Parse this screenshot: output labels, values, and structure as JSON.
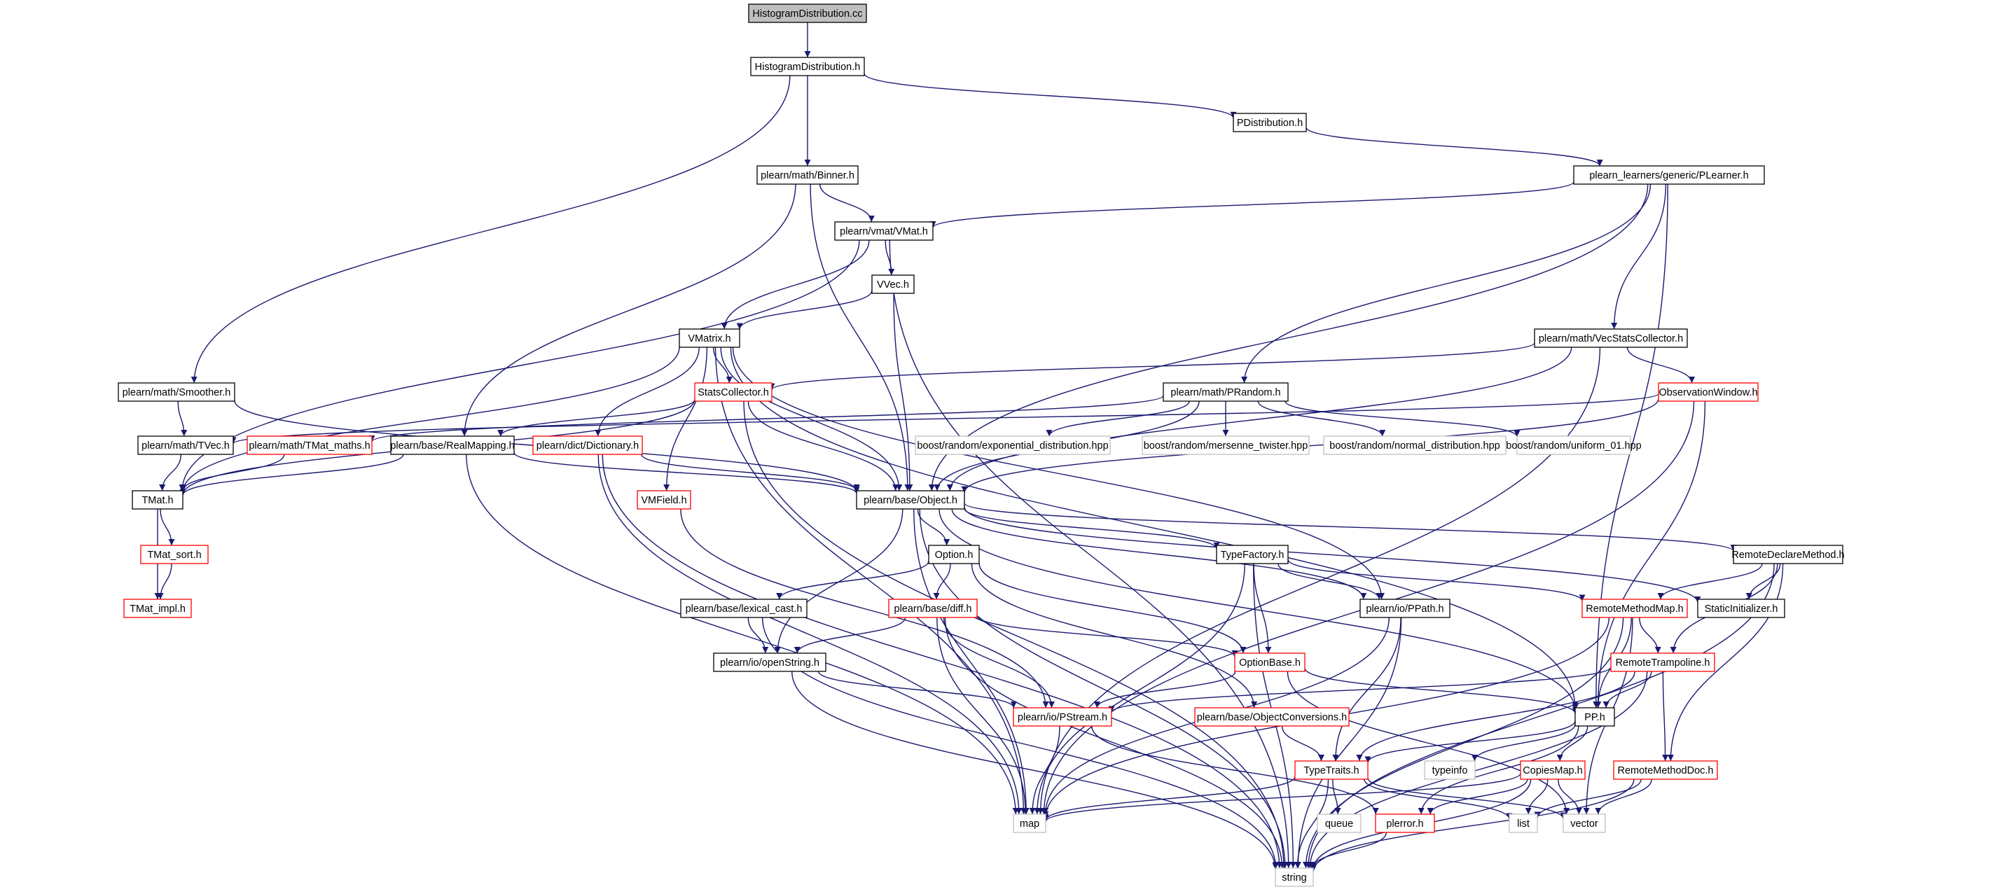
{
  "colors": {
    "edge": "#191970",
    "box_normal": "#000000",
    "box_truncated": "#ff0000",
    "box_external": "#bfbfbf",
    "root_fill": "#bfbfbf"
  },
  "nodes": {
    "root": {
      "label": "HistogramDistribution.cc",
      "kind": "root"
    },
    "histdist_h": {
      "label": "HistogramDistribution.h",
      "kind": "normal"
    },
    "pdistribution_h": {
      "label": "PDistribution.h",
      "kind": "normal"
    },
    "binner_h": {
      "label": "plearn/math/Binner.h",
      "kind": "normal"
    },
    "plearner_h": {
      "label": "plearn_learners/generic/PLearner.h",
      "kind": "normal"
    },
    "vmat_h": {
      "label": "plearn/vmat/VMat.h",
      "kind": "normal"
    },
    "vvec_h": {
      "label": "VVec.h",
      "kind": "normal"
    },
    "vmatrix_h": {
      "label": "VMatrix.h",
      "kind": "normal"
    },
    "vecstats_h": {
      "label": "plearn/math/VecStatsCollector.h",
      "kind": "normal"
    },
    "smoother_h": {
      "label": "plearn/math/Smoother.h",
      "kind": "normal"
    },
    "statscoll_h": {
      "label": "StatsCollector.h",
      "kind": "truncated"
    },
    "prandom_h": {
      "label": "plearn/math/PRandom.h",
      "kind": "normal"
    },
    "obswindow_h": {
      "label": "ObservationWindow.h",
      "kind": "truncated"
    },
    "tvec_h": {
      "label": "plearn/math/TVec.h",
      "kind": "normal"
    },
    "tmat_maths_h": {
      "label": "plearn/math/TMat_maths.h",
      "kind": "truncated"
    },
    "realmapping_h": {
      "label": "plearn/base/RealMapping.h",
      "kind": "normal"
    },
    "dictionary_h": {
      "label": "plearn/dict/Dictionary.h",
      "kind": "truncated"
    },
    "exp_dist": {
      "label": "boost/random/exponential_distribution.hpp",
      "kind": "external"
    },
    "mersenne": {
      "label": "boost/random/mersenne_twister.hpp",
      "kind": "external"
    },
    "normal_dist": {
      "label": "boost/random/normal_distribution.hpp",
      "kind": "external"
    },
    "uniform01": {
      "label": "boost/random/uniform_01.hpp",
      "kind": "external"
    },
    "tmat_h": {
      "label": "TMat.h",
      "kind": "normal"
    },
    "vmfield_h": {
      "label": "VMField.h",
      "kind": "truncated"
    },
    "object_h": {
      "label": "plearn/base/Object.h",
      "kind": "normal"
    },
    "tmat_sort_h": {
      "label": "TMat_sort.h",
      "kind": "truncated"
    },
    "option_h": {
      "label": "Option.h",
      "kind": "normal"
    },
    "typefactory_h": {
      "label": "TypeFactory.h",
      "kind": "normal"
    },
    "remotedecl_h": {
      "label": "RemoteDeclareMethod.h",
      "kind": "normal"
    },
    "tmat_impl_h": {
      "label": "TMat_impl.h",
      "kind": "truncated"
    },
    "lexical_cast_h": {
      "label": "plearn/base/lexical_cast.h",
      "kind": "normal"
    },
    "diff_h": {
      "label": "plearn/base/diff.h",
      "kind": "truncated"
    },
    "ppath_h": {
      "label": "plearn/io/PPath.h",
      "kind": "normal"
    },
    "remotemethodmap_h": {
      "label": "RemoteMethodMap.h",
      "kind": "truncated"
    },
    "staticinit_h": {
      "label": "StaticInitializer.h",
      "kind": "normal"
    },
    "openstring_h": {
      "label": "plearn/io/openString.h",
      "kind": "normal"
    },
    "optionbase_h": {
      "label": "OptionBase.h",
      "kind": "truncated"
    },
    "remotetramp_h": {
      "label": "RemoteTrampoline.h",
      "kind": "truncated"
    },
    "pstream_h": {
      "label": "plearn/io/PStream.h",
      "kind": "truncated"
    },
    "objconv_h": {
      "label": "plearn/base/ObjectConversions.h",
      "kind": "truncated"
    },
    "pp_h": {
      "label": "PP.h",
      "kind": "normal"
    },
    "typetraits_h": {
      "label": "TypeTraits.h",
      "kind": "truncated"
    },
    "typeinfo": {
      "label": "typeinfo",
      "kind": "external"
    },
    "copiesmap_h": {
      "label": "CopiesMap.h",
      "kind": "truncated"
    },
    "remotemethoddoc_h": {
      "label": "RemoteMethodDoc.h",
      "kind": "truncated"
    },
    "map": {
      "label": "map",
      "kind": "external"
    },
    "queue": {
      "label": "queue",
      "kind": "external"
    },
    "plerror_h": {
      "label": "plerror.h",
      "kind": "truncated"
    },
    "list": {
      "label": "list",
      "kind": "external"
    },
    "vector": {
      "label": "vector",
      "kind": "external"
    },
    "string": {
      "label": "string",
      "kind": "external"
    }
  },
  "edges": [
    [
      "root",
      "histdist_h"
    ],
    [
      "histdist_h",
      "pdistribution_h"
    ],
    [
      "histdist_h",
      "binner_h"
    ],
    [
      "histdist_h",
      "smoother_h"
    ],
    [
      "pdistribution_h",
      "plearner_h"
    ],
    [
      "binner_h",
      "vmat_h"
    ],
    [
      "binner_h",
      "realmapping_h"
    ],
    [
      "binner_h",
      "object_h"
    ],
    [
      "plearner_h",
      "vmat_h"
    ],
    [
      "plearner_h",
      "vecstats_h"
    ],
    [
      "plearner_h",
      "prandom_h"
    ],
    [
      "plearner_h",
      "object_h"
    ],
    [
      "plearner_h",
      "pp_h"
    ],
    [
      "vmat_h",
      "vvec_h"
    ],
    [
      "vmat_h",
      "vmatrix_h"
    ],
    [
      "vmat_h",
      "tmat_h"
    ],
    [
      "vmat_h",
      "string"
    ],
    [
      "vvec_h",
      "vmatrix_h"
    ],
    [
      "vvec_h",
      "object_h"
    ],
    [
      "vmatrix_h",
      "statscoll_h"
    ],
    [
      "vmatrix_h",
      "dictionary_h"
    ],
    [
      "vmatrix_h",
      "vmfield_h"
    ],
    [
      "vmatrix_h",
      "object_h"
    ],
    [
      "vmatrix_h",
      "tmat_h"
    ],
    [
      "vmatrix_h",
      "ppath_h"
    ],
    [
      "vmatrix_h",
      "pp_h"
    ],
    [
      "vmatrix_h",
      "map"
    ],
    [
      "vecstats_h",
      "statscoll_h"
    ],
    [
      "vecstats_h",
      "obswindow_h"
    ],
    [
      "vecstats_h",
      "object_h"
    ],
    [
      "vecstats_h",
      "map"
    ],
    [
      "smoother_h",
      "tvec_h"
    ],
    [
      "smoother_h",
      "object_h"
    ],
    [
      "statscoll_h",
      "realmapping_h"
    ],
    [
      "statscoll_h",
      "tmat_h"
    ],
    [
      "statscoll_h",
      "object_h"
    ],
    [
      "statscoll_h",
      "string"
    ],
    [
      "prandom_h",
      "exp_dist"
    ],
    [
      "prandom_h",
      "mersenne"
    ],
    [
      "prandom_h",
      "normal_dist"
    ],
    [
      "prandom_h",
      "uniform01"
    ],
    [
      "prandom_h",
      "tmat_maths_h"
    ],
    [
      "prandom_h",
      "object_h"
    ],
    [
      "obswindow_h",
      "tvec_h"
    ],
    [
      "obswindow_h",
      "object_h"
    ],
    [
      "obswindow_h",
      "map"
    ],
    [
      "obswindow_h",
      "pp_h"
    ],
    [
      "tvec_h",
      "tmat_h"
    ],
    [
      "tmat_maths_h",
      "tmat_h"
    ],
    [
      "realmapping_h",
      "tmat_h"
    ],
    [
      "realmapping_h",
      "object_h"
    ],
    [
      "realmapping_h",
      "map"
    ],
    [
      "dictionary_h",
      "object_h"
    ],
    [
      "dictionary_h",
      "map"
    ],
    [
      "dictionary_h",
      "string"
    ],
    [
      "tmat_h",
      "tmat_sort_h"
    ],
    [
      "tmat_h",
      "tmat_impl_h"
    ],
    [
      "tmat_sort_h",
      "tmat_impl_h"
    ],
    [
      "vmfield_h",
      "pstream_h"
    ],
    [
      "object_h",
      "option_h"
    ],
    [
      "object_h",
      "typefactory_h"
    ],
    [
      "object_h",
      "remotedecl_h"
    ],
    [
      "object_h",
      "staticinit_h"
    ],
    [
      "object_h",
      "ppath_h"
    ],
    [
      "object_h",
      "openstring_h"
    ],
    [
      "object_h",
      "pp_h"
    ],
    [
      "object_h",
      "map"
    ],
    [
      "object_h",
      "string"
    ],
    [
      "option_h",
      "lexical_cast_h"
    ],
    [
      "option_h",
      "diff_h"
    ],
    [
      "option_h",
      "optionbase_h"
    ],
    [
      "option_h",
      "objconv_h"
    ],
    [
      "typefactory_h",
      "ppath_h"
    ],
    [
      "typefactory_h",
      "optionbase_h"
    ],
    [
      "typefactory_h",
      "remotemethodmap_h"
    ],
    [
      "typefactory_h",
      "map"
    ],
    [
      "typefactory_h",
      "string"
    ],
    [
      "remotedecl_h",
      "remotemethodmap_h"
    ],
    [
      "remotedecl_h",
      "staticinit_h"
    ],
    [
      "remotedecl_h",
      "remotetramp_h"
    ],
    [
      "remotedecl_h",
      "remotemethoddoc_h"
    ],
    [
      "remotedecl_h",
      "string"
    ],
    [
      "lexical_cast_h",
      "openstring_h"
    ],
    [
      "lexical_cast_h",
      "string"
    ],
    [
      "diff_h",
      "openstring_h"
    ],
    [
      "diff_h",
      "optionbase_h"
    ],
    [
      "diff_h",
      "pstream_h"
    ],
    [
      "diff_h",
      "map"
    ],
    [
      "diff_h",
      "string"
    ],
    [
      "ppath_h",
      "typetraits_h"
    ],
    [
      "ppath_h",
      "map"
    ],
    [
      "ppath_h",
      "string"
    ],
    [
      "remotemethodmap_h",
      "remotetramp_h"
    ],
    [
      "remotemethodmap_h",
      "pp_h"
    ],
    [
      "remotemethodmap_h",
      "map"
    ],
    [
      "remotemethodmap_h",
      "string"
    ],
    [
      "remotemethodmap_h",
      "vector"
    ],
    [
      "openstring_h",
      "pstream_h"
    ],
    [
      "openstring_h",
      "string"
    ],
    [
      "optionbase_h",
      "pstream_h"
    ],
    [
      "optionbase_h",
      "pp_h"
    ],
    [
      "optionbase_h",
      "vector"
    ],
    [
      "remotetramp_h",
      "pstream_h"
    ],
    [
      "remotetramp_h",
      "pp_h"
    ],
    [
      "remotetramp_h",
      "typetraits_h"
    ],
    [
      "remotetramp_h",
      "remotemethoddoc_h"
    ],
    [
      "remotetramp_h",
      "string"
    ],
    [
      "pstream_h",
      "map"
    ],
    [
      "pstream_h",
      "plerror_h"
    ],
    [
      "objconv_h",
      "typetraits_h"
    ],
    [
      "pp_h",
      "typetraits_h"
    ],
    [
      "pp_h",
      "typeinfo"
    ],
    [
      "pp_h",
      "copiesmap_h"
    ],
    [
      "pp_h",
      "plerror_h"
    ],
    [
      "typetraits_h",
      "map"
    ],
    [
      "typetraits_h",
      "queue"
    ],
    [
      "typetraits_h",
      "list"
    ],
    [
      "typetraits_h",
      "vector"
    ],
    [
      "typetraits_h",
      "string"
    ],
    [
      "copiesmap_h",
      "map"
    ],
    [
      "copiesmap_h",
      "plerror_h"
    ],
    [
      "copiesmap_h",
      "list"
    ],
    [
      "copiesmap_h",
      "vector"
    ],
    [
      "copiesmap_h",
      "string"
    ],
    [
      "remotemethoddoc_h",
      "list"
    ],
    [
      "remotemethoddoc_h",
      "vector"
    ],
    [
      "remotemethoddoc_h",
      "string"
    ],
    [
      "plerror_h",
      "string"
    ]
  ]
}
